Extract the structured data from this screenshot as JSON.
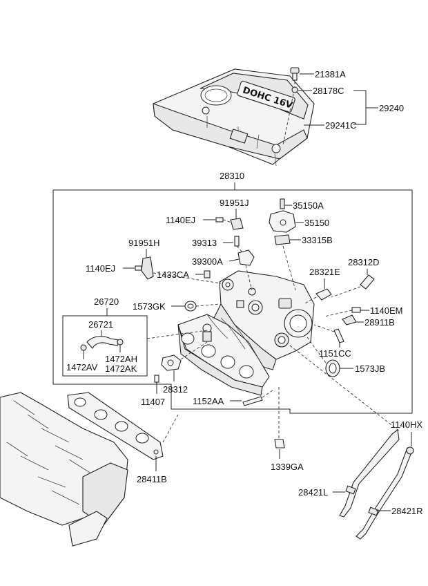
{
  "labels": {
    "l21381A": "21381A",
    "l28178C": "28178C",
    "l29240": "29240",
    "l29241C": "29241C",
    "l28310": "28310",
    "l91951J": "91951J",
    "l35150A": "35150A",
    "l1140EJ_top": "1140EJ",
    "l35150": "35150",
    "l39313": "39313",
    "l33315B": "33315B",
    "l91951H": "91951H",
    "l39300A": "39300A",
    "l1140EJ_left": "1140EJ",
    "l1433CA": "1433CA",
    "l28321E": "28321E",
    "l28312D": "28312D",
    "l26720": "26720",
    "l1573GK": "1573GK",
    "l1140EM": "1140EM",
    "l28911B": "28911B",
    "l26721": "26721",
    "l1472AH": "1472AH",
    "l1472AV": "1472AV",
    "l1472AK": "1472AK",
    "l1151CC": "1151CC",
    "l1573JB": "1573JB",
    "l28312": "28312",
    "l11407": "11407",
    "l1152AA": "1152AA",
    "l1140HX": "1140HX",
    "l28411B": "28411B",
    "l1339GA": "1339GA",
    "l28421L": "28421L",
    "l28421R": "28421R"
  },
  "engine_cover_text": "DOHC 16V"
}
